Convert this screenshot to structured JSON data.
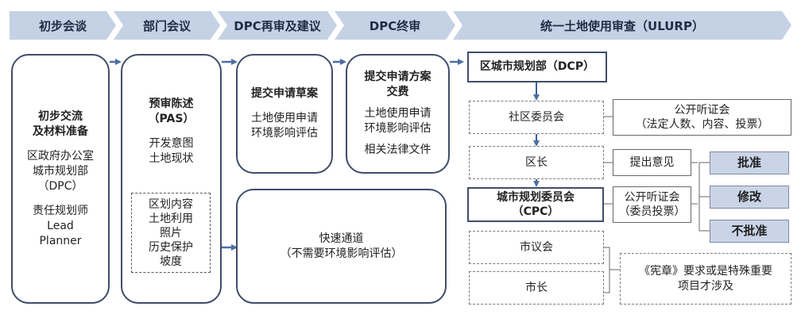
{
  "stages": [
    "初步会谈",
    "部门会议",
    "DPC再审及建议",
    "DPC终审",
    "统一土地使用审查（ULURP）"
  ],
  "colors": {
    "stage_fill": "#c5d1e4",
    "arrow": "#4a6fa5",
    "border": "#3e4d6b",
    "result_fill": "#c9d4e6"
  },
  "initial_meeting": {
    "title": [
      "初步交流",
      "及材料准备"
    ],
    "items": [
      "区政府办公室",
      "城市规划部",
      "（DPC）"
    ],
    "planner": [
      "责任规划师",
      "Lead",
      "Planner"
    ]
  },
  "dept_meeting": {
    "title": [
      "预审陈述",
      "（PAS）"
    ],
    "items": [
      "开发意图",
      "土地现状"
    ],
    "sub_items": [
      "区划内容",
      "土地利用",
      "照片",
      "历史保护",
      "坡度"
    ]
  },
  "dpc_review": {
    "title": "提交申请草案",
    "items": [
      "土地使用申请",
      "环境影响评估"
    ]
  },
  "fast_track": {
    "title": "快速通道",
    "note": "（不需要环境影响评估）"
  },
  "dpc_final": {
    "title": [
      "提交申请方案",
      "交费"
    ],
    "items": [
      "土地使用申请",
      "环境影响评估"
    ],
    "extra": "相关法律文件"
  },
  "ulurp": {
    "dcp": "区城市规划部（DCP）",
    "community_board": "社区委员会",
    "public_hearing_1": [
      "公开听证会",
      "（法定人数、内容、投票）"
    ],
    "borough_president": "区长",
    "opinion": "提出意见",
    "cpc": [
      "城市规划委员会",
      "（CPC）"
    ],
    "public_hearing_2": [
      "公开听证会",
      "（委员投票）"
    ],
    "results": [
      "批准",
      "修改",
      "不批准"
    ],
    "city_council": "市议会",
    "mayor": "市长",
    "charter_note": [
      "《宪章》要求或是特殊重要",
      "项目才涉及"
    ]
  }
}
